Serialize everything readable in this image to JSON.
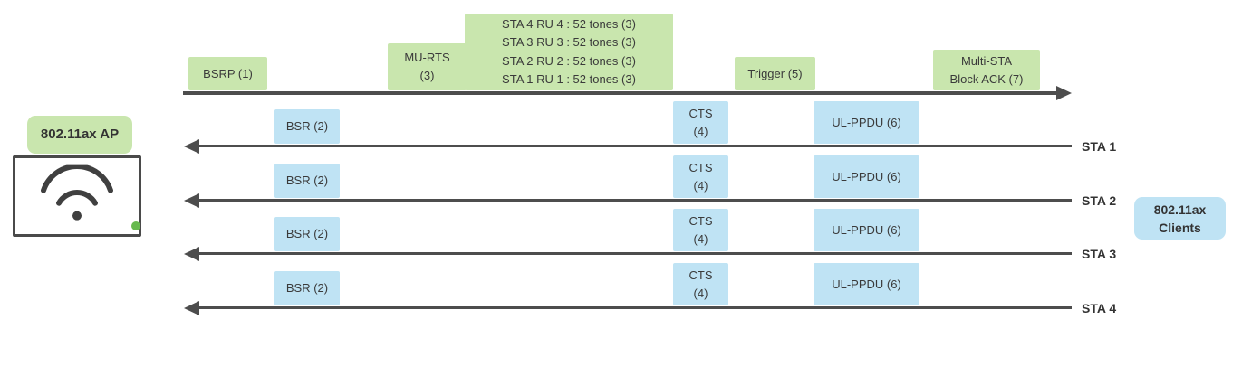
{
  "colors": {
    "frame_green": "#c9e6ae",
    "frame_blue": "#bfe3f4",
    "line_gray": "#4d4d4d",
    "text": "#3a3a3a",
    "status_dot_green": "#67b94e"
  },
  "ap": {
    "label": "802.11ax AP"
  },
  "clients": {
    "line1": "802.11ax",
    "line2": "Clients"
  },
  "frames": {
    "bsrp": {
      "label": "BSRP (1)"
    },
    "murts": {
      "line1": "MU-RTS",
      "line2": "(3)"
    },
    "ru": {
      "line1": "STA 4 RU 4 : 52 tones (3)",
      "line2": "STA 3 RU 3 : 52 tones (3)",
      "line3": "STA 2 RU 2 : 52 tones (3)",
      "line4": "STA 1 RU 1 : 52 tones (3)"
    },
    "trigger": {
      "label": "Trigger (5)"
    },
    "mba": {
      "line1": "Multi-STA",
      "line2": "Block ACK (7)"
    }
  },
  "stations": [
    {
      "label": "STA 1",
      "bsr": "BSR (2)",
      "cts1": "CTS",
      "cts2": "(4)",
      "ul": "UL-PPDU (6)"
    },
    {
      "label": "STA 2",
      "bsr": "BSR (2)",
      "cts1": "CTS",
      "cts2": "(4)",
      "ul": "UL-PPDU (6)"
    },
    {
      "label": "STA 3",
      "bsr": "BSR (2)",
      "cts1": "CTS",
      "cts2": "(4)",
      "ul": "UL-PPDU (6)"
    },
    {
      "label": "STA 4",
      "bsr": "BSR (2)",
      "cts1": "CTS",
      "cts2": "(4)",
      "ul": "UL-PPDU (6)"
    }
  ]
}
